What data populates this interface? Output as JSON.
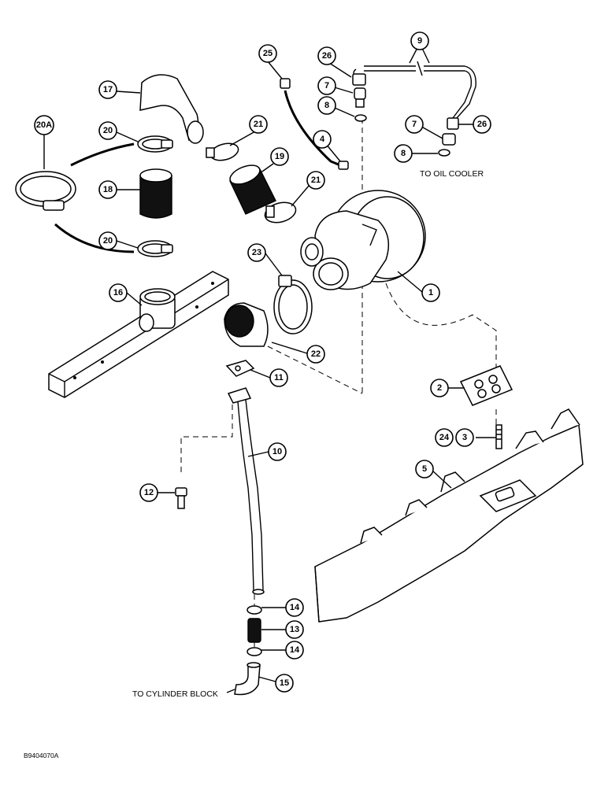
{
  "drawing_code": "B9404070A",
  "notes": {
    "oil_cooler": "TO OIL COOLER",
    "cylinder_block": "TO CYLINDER BLOCK"
  },
  "callouts": {
    "c1": "1",
    "c2": "2",
    "c3": "3",
    "c4": "4",
    "c5": "5",
    "c7a": "7",
    "c7b": "7",
    "c8a": "8",
    "c8b": "8",
    "c9": "9",
    "c10": "10",
    "c11": "11",
    "c12": "12",
    "c13": "13",
    "c14a": "14",
    "c14b": "14",
    "c15": "15",
    "c16": "16",
    "c17": "17",
    "c18": "18",
    "c19": "19",
    "c20a": "20",
    "c20b": "20",
    "c20A": "20A",
    "c21a": "21",
    "c21b": "21",
    "c22": "22",
    "c23": "23",
    "c24": "24",
    "c25": "25",
    "c26a": "26",
    "c26b": "26"
  }
}
